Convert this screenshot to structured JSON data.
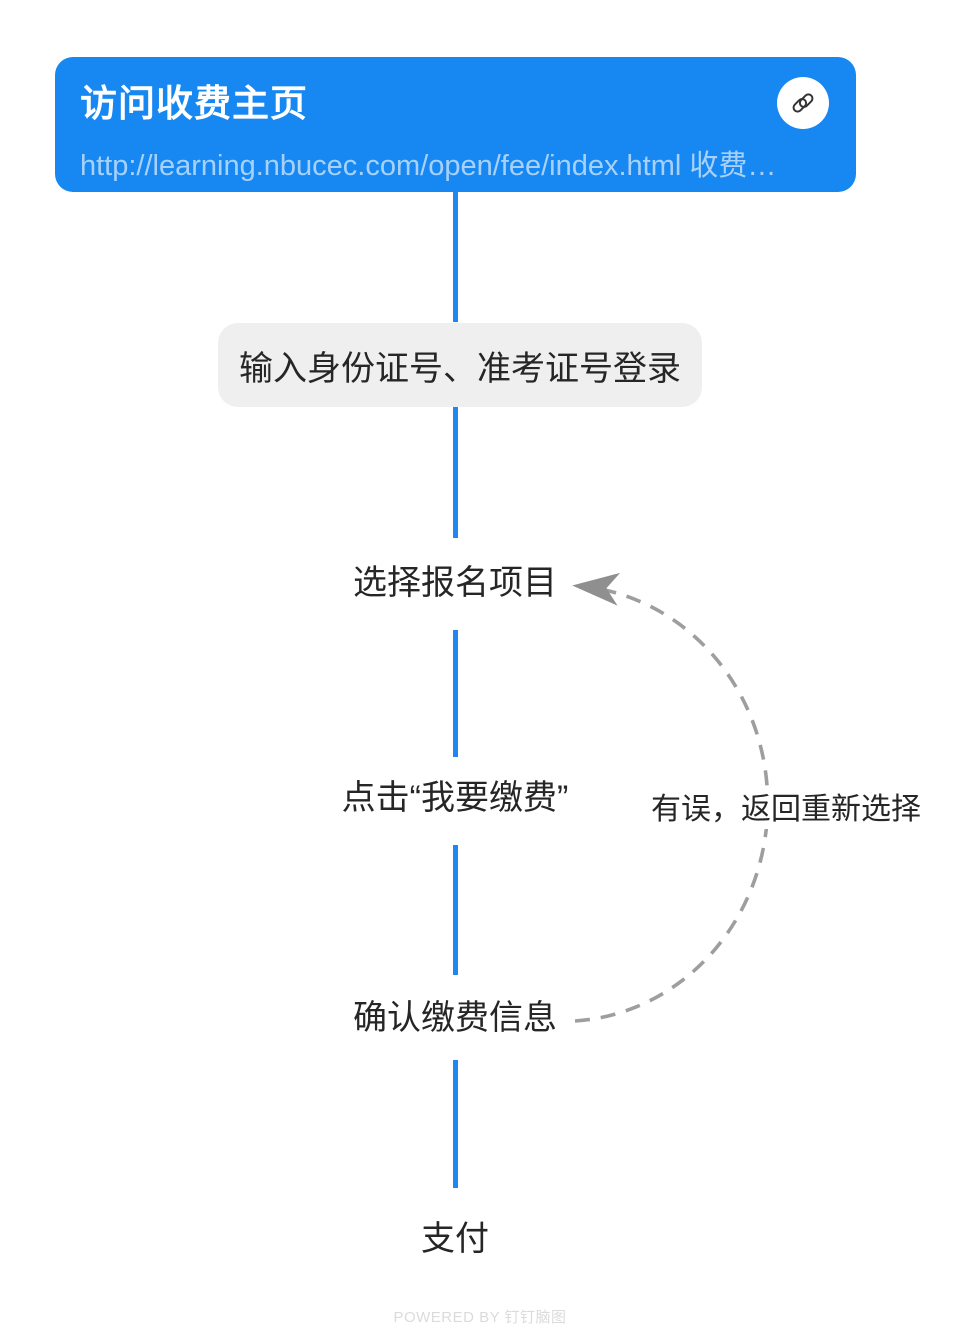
{
  "colors": {
    "primary_blue": "#1787F2",
    "trunk_line_blue": "#1E88F0",
    "arc_dash_gray": "#9E9E9E",
    "text_dark": "#262626",
    "step_box_gray": "#EFEFEF",
    "url_text": "rgba(255,255,255,0.62)",
    "watermark_gray": "#DBDBDB"
  },
  "root_card": {
    "title": "访问收费主页",
    "url": "http://learning.nbucec.com/open/fee/index.html 收费…",
    "icon": "link-icon"
  },
  "nodes": [
    {
      "id": "login",
      "label": "输入身份证号、准考证号登录",
      "style": "gray-box"
    },
    {
      "id": "select-project",
      "label": "选择报名项目",
      "style": "text"
    },
    {
      "id": "click-pay",
      "label": "点击“我要缴费”",
      "style": "text"
    },
    {
      "id": "confirm-info",
      "label": "确认缴费信息",
      "style": "text"
    },
    {
      "id": "pay",
      "label": "支付",
      "style": "text"
    }
  ],
  "feedback_arrow": {
    "label": "有误，返回重新选择",
    "from": "confirm-info",
    "to": "select-project",
    "style": "dashed-arc"
  },
  "watermark": "POWERED BY 钉钉脑图"
}
